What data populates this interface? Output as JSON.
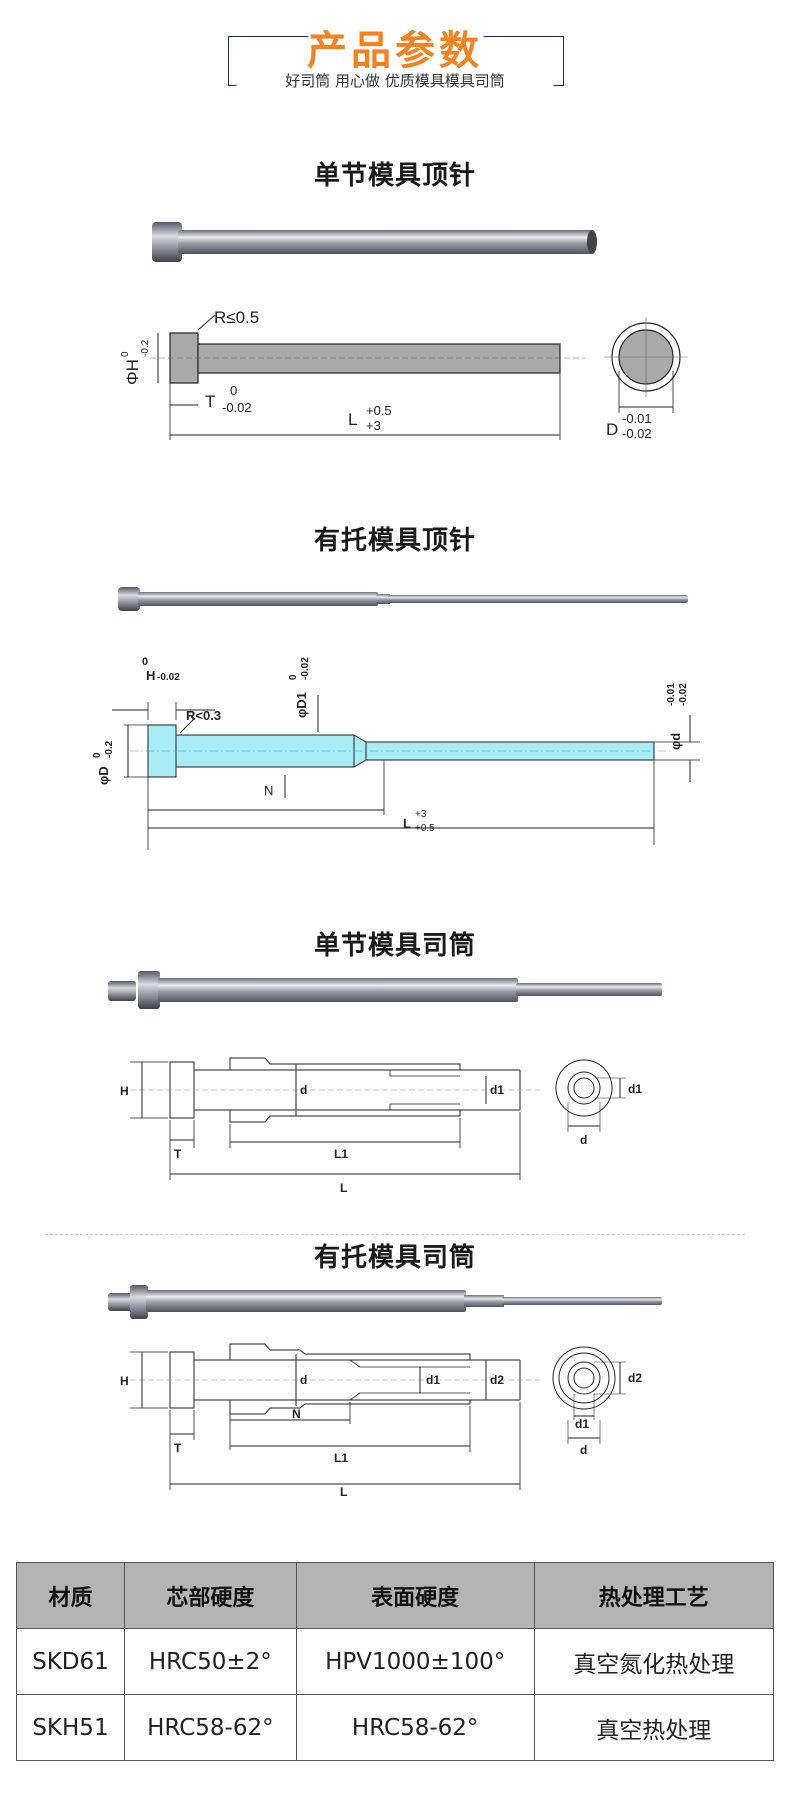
{
  "header": {
    "title": "产品参数",
    "subtitle": "好司筒 用心做 优质模具模具司筒",
    "title_color": "#f58220"
  },
  "sections": [
    {
      "title": "单节模具顶针",
      "labels": {
        "r": "R≤0.5",
        "h": "ΦH",
        "h_tol_top": "0",
        "h_tol_bottom": "-0.2",
        "t": "T",
        "t_tol_top": "0",
        "t_tol_bottom": "-0.02",
        "l": "L",
        "l_tol_top": "+0.5",
        "l_tol_bottom": "+3",
        "d": "D",
        "d_tol_top": "-0.01",
        "d_tol_bottom": "-0.02"
      }
    },
    {
      "title": "有托模具顶针",
      "labels": {
        "h": "H",
        "h_tol_top": "0",
        "h_tol_bottom": "-0.02",
        "r": "R<0.3",
        "d1": "φD1",
        "d1_tol_top": "0",
        "d1_tol_bottom": "-0.02",
        "d_big": "φD",
        "d_big_tol_top": "0",
        "d_big_tol_bottom": "-0.2",
        "n": "N",
        "l": "L",
        "l_tol_top": "+3",
        "l_tol_bottom": "+0.5",
        "d_small": "φd",
        "d_small_tol_top": "-0.01",
        "d_small_tol_bottom": "-0.02"
      }
    },
    {
      "title": "单节模具司筒",
      "labels": {
        "h": "H",
        "d": "d",
        "d1": "d1",
        "t": "T",
        "l1": "L1",
        "l": "L",
        "d1_end": "d1",
        "d_end": "d"
      }
    },
    {
      "title": "有托模具司筒",
      "labels": {
        "h": "H",
        "d": "d",
        "d1": "d1",
        "d2": "d2",
        "n": "N",
        "t": "T",
        "l1": "L1",
        "l": "L",
        "d2_end": "d2",
        "d1_end": "d1",
        "d_end": "d"
      }
    }
  ],
  "table": {
    "headers": [
      "材质",
      "芯部硬度",
      "表面硬度",
      "热处理工艺"
    ],
    "rows": [
      [
        "SKD61",
        "HRC50±2°",
        "HPV1000±100°",
        "真空氮化热处理"
      ],
      [
        "SKH51",
        "HRC58-62°",
        "HRC58-62°",
        "真空热处理"
      ]
    ]
  }
}
